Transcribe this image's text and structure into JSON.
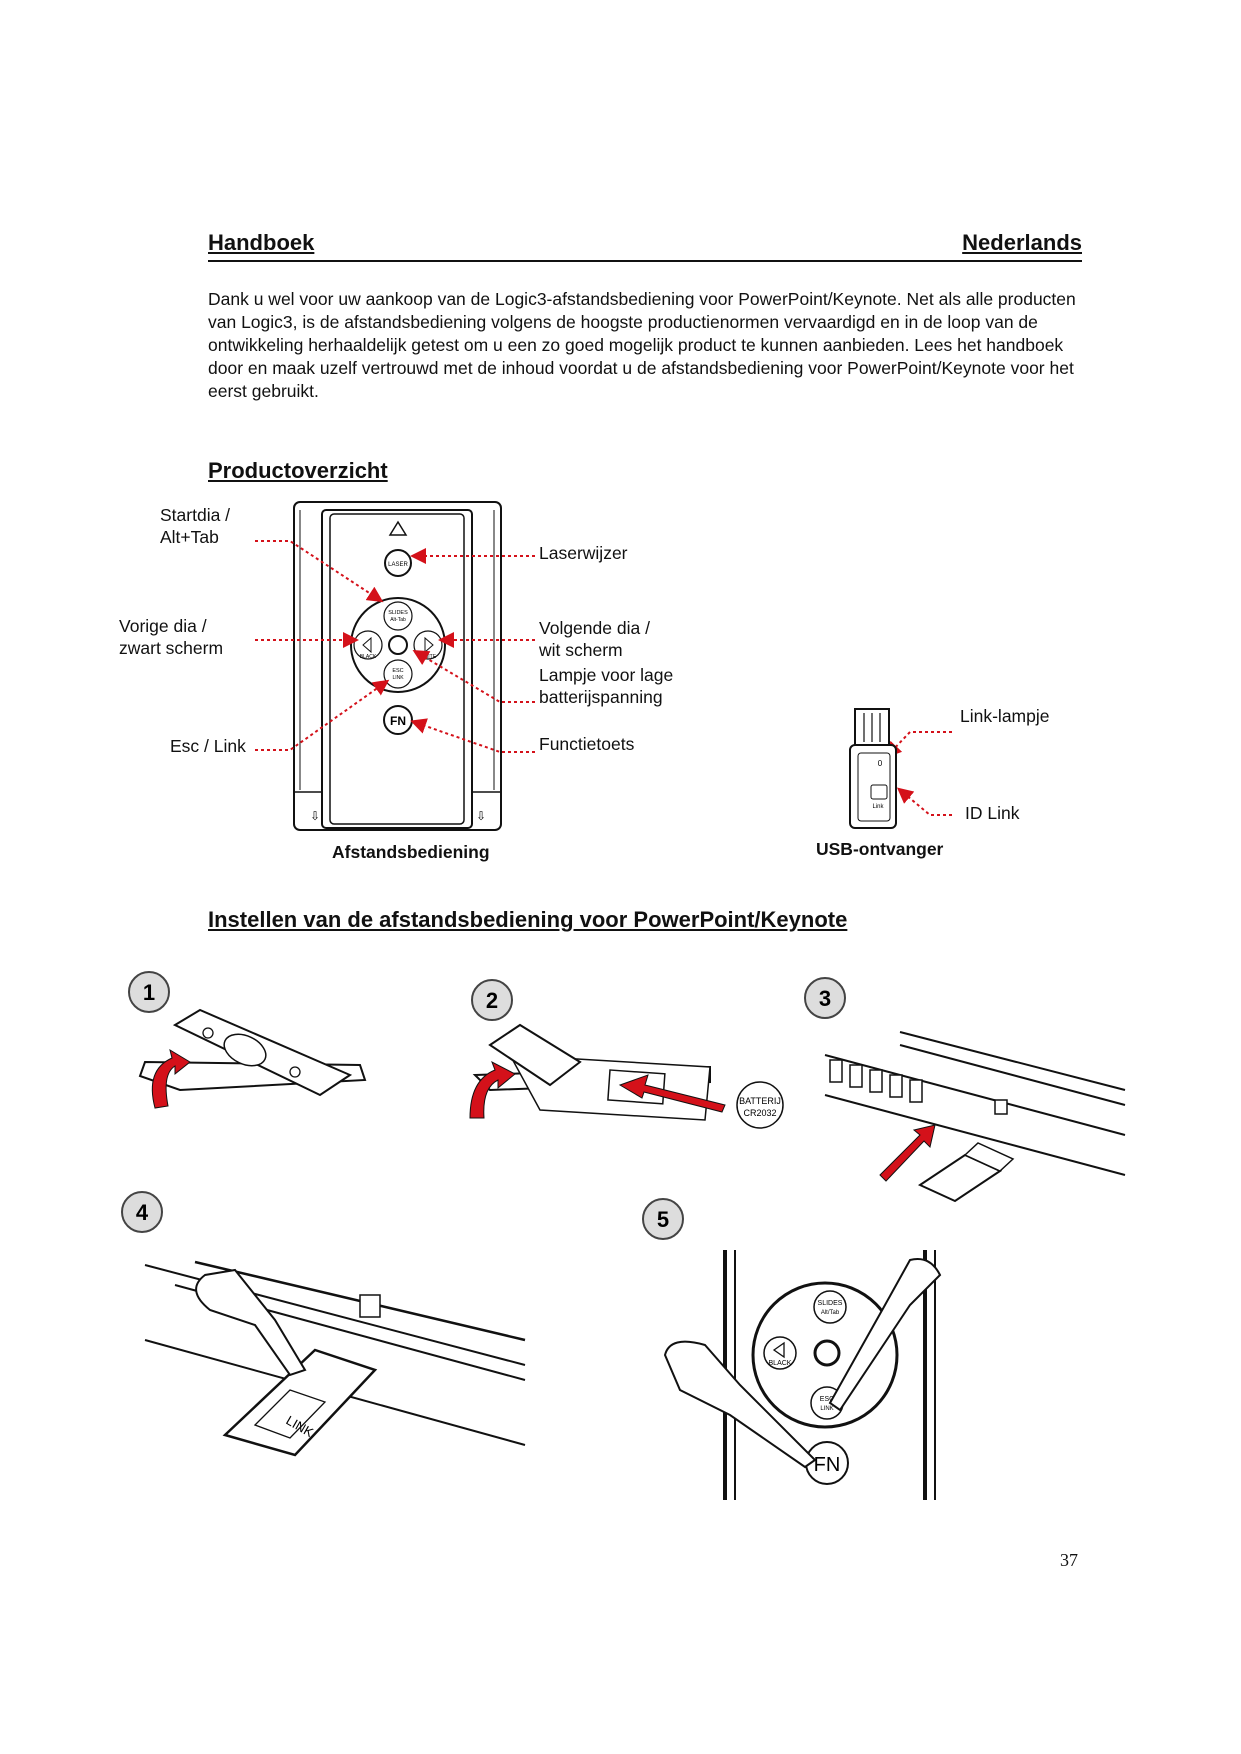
{
  "header": {
    "left": "Handboek",
    "right": "Nederlands"
  },
  "intro": "Dank u wel voor uw aankoop van de Logic3-afstandsbediening voor PowerPoint/Keynote. Net als alle producten van Logic3, is de afstandsbediening volgens de hoogste productienormen vervaardigd en in de loop van de ontwikkeling herhaaldelijk getest om u een zo goed mogelijk product te kunnen aanbieden. Lees het handboek door en maak uzelf vertrouwd met de inhoud voordat u de afstandsbediening voor PowerPoint/Keynote voor het eerst gebruikt.",
  "overview": {
    "title": "Productoverzicht",
    "labels": {
      "startdia_1": "Startdia /",
      "startdia_2": "Alt+Tab",
      "laser": "Laserwijzer",
      "vorige_1": "Vorige dia /",
      "vorige_2": "zwart scherm",
      "volgende_1": "Volgende dia /",
      "volgende_2": "wit scherm",
      "lampje_1": "Lampje voor lage",
      "lampje_2": "batterijspanning",
      "esc": "Esc / Link",
      "fn": "Functietoets",
      "linklampje": "Link-lampje",
      "idlink": "ID Link"
    },
    "remote_caption": "Afstandsbediening",
    "usb_caption": "USB-ontvanger",
    "remote_buttons": {
      "laser": "LASER",
      "slides_1": "SLIDES",
      "slides_2": "Alt-Tab",
      "black": "BLACK",
      "white": "WHITE",
      "esc_1": "ESC",
      "esc_2": "LINK",
      "fn": "FN"
    },
    "usb_text": {
      "zero": "0",
      "link": "Link"
    }
  },
  "setup": {
    "title": "Instellen van de afstandsbediening voor PowerPoint/Keynote",
    "steps": [
      "1",
      "2",
      "3",
      "4",
      "5"
    ],
    "step2_battery_1": "BATTERIJ",
    "step2_battery_2": "CR2032",
    "step4_link": "LINK",
    "step5": {
      "slides_1": "SLIDES",
      "slides_2": "Alt/Tab",
      "black": "BLACK",
      "esc_1": "ESC",
      "esc_2": "LINK",
      "fn": "FN"
    }
  },
  "page_number": "37",
  "colors": {
    "accent_red": "#d4111a",
    "line": "#111111"
  }
}
